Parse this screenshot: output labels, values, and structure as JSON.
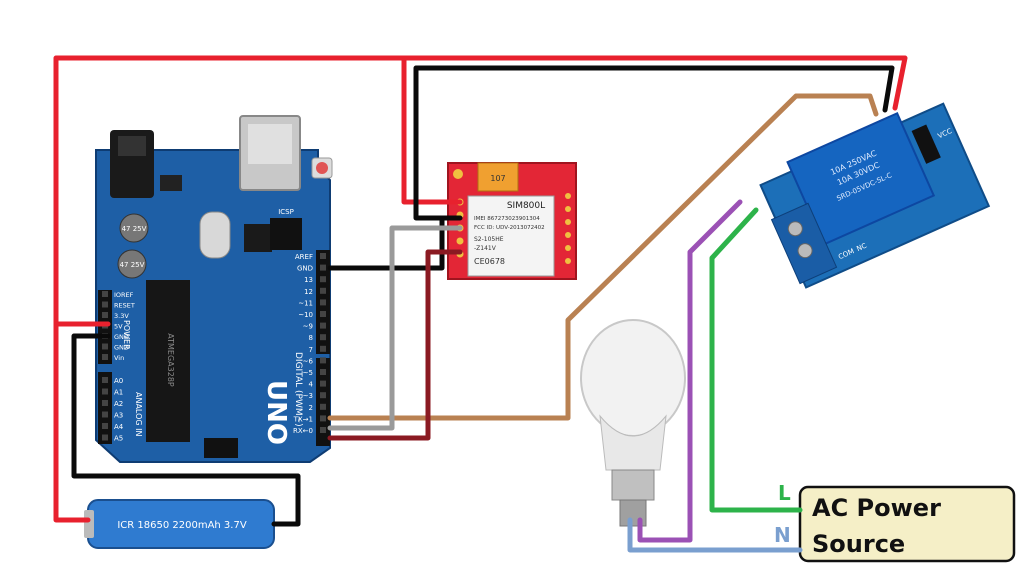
{
  "arduino": {
    "board_name": "UNO",
    "header_labels": [
      "AREF",
      "GND",
      "13",
      "12",
      "~11",
      "~10",
      "~9",
      "8",
      "7",
      "~6",
      "~5",
      "4",
      "~3",
      "2",
      "TX→1",
      "RX←0"
    ],
    "power_labels": [
      "IOREF",
      "RESET",
      "3.3V",
      "5V",
      "GND",
      "GND",
      "Vin"
    ],
    "power_title": "POWER",
    "analog_labels": [
      "A0",
      "A1",
      "A2",
      "A3",
      "A4",
      "A5"
    ],
    "analog_title": "ANALOG IN",
    "digital_title": "DIGITAL (PWM~)",
    "cap_label_1": "47 25V",
    "cap_label_2": "47 25V",
    "icsp_label": "ICSP",
    "chip_label": "ATMEGA328P"
  },
  "sim": {
    "label": "SIM800L",
    "line1": "IMEI 867273023901304",
    "line2": "FCC ID: UDV-2013072402",
    "line3": "S2-105HE",
    "line4": "-Z141V",
    "line5": "CE0678",
    "tant": "107"
  },
  "relay": {
    "line1": "10A 250VAC",
    "line2": "10A 30VDC",
    "line3": "SRD-05VDC-SL-C",
    "t1": "COM",
    "t2": "NC",
    "pin_label": "VCC"
  },
  "battery": {
    "label": "ICR 18650 2200mAh 3.7V"
  },
  "ac": {
    "title_line1": "AC Power",
    "title_line2": "Source",
    "l_label": "L",
    "n_label": "N"
  },
  "colors": {
    "red": "#e8212e",
    "black": "#0a0a0a",
    "brown": "#b98152",
    "gray": "#9a9a9a",
    "dark_red": "#8b1a22",
    "purple": "#9b51b5",
    "green": "#2db34a",
    "blue_wire": "#7a9fcf",
    "board_blue": "#1e5fa6",
    "sim_red": "#e32636",
    "relay_blue": "#1c6fb8",
    "ac_fill": "#f5efc7",
    "l_color": "#2db34a",
    "n_color": "#7a9fcf"
  }
}
